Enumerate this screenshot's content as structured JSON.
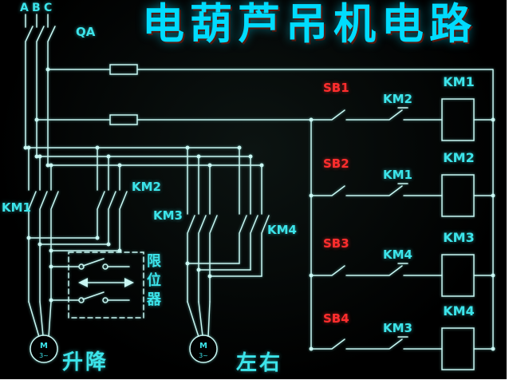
{
  "title": "电葫芦吊机电路",
  "power": {
    "phase_a": "A",
    "phase_b": "B",
    "phase_c": "C",
    "isolator": "QA"
  },
  "main": {
    "hoist_fwd": "KM1",
    "hoist_rev": "KM2",
    "trolley_fwd": "KM3",
    "trolley_rev": "KM4",
    "limit": "限位器",
    "motor_symbol": "M",
    "motor_phase": "3~",
    "hoist_caption": "升降",
    "trolley_caption": "左右"
  },
  "control": {
    "rungs": [
      {
        "button": "SB1",
        "interlock": "KM2",
        "coil": "KM1"
      },
      {
        "button": "SB2",
        "interlock": "KM1",
        "coil": "KM2"
      },
      {
        "button": "SB3",
        "interlock": "KM4",
        "coil": "KM3"
      },
      {
        "button": "SB4",
        "interlock": "KM3",
        "coil": "KM4"
      }
    ]
  },
  "colors": {
    "background": "#000000",
    "wire": "#c9f7f3",
    "label_cyan": "#3ce4ea",
    "label_red": "#ff2d2d",
    "title": "#00dcff"
  }
}
